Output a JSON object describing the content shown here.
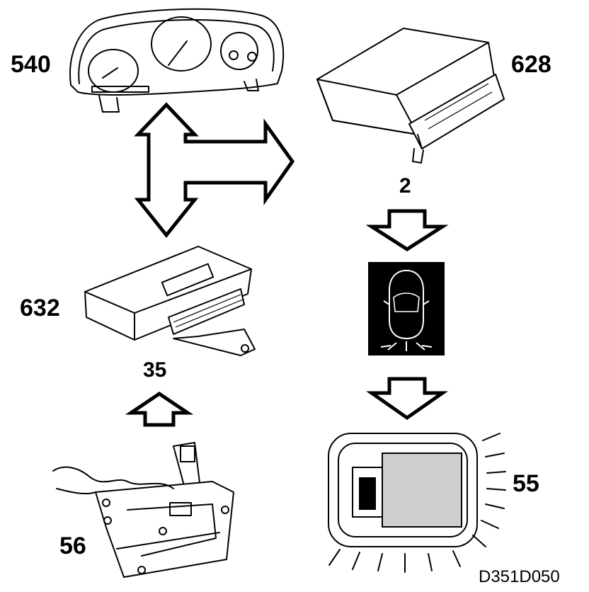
{
  "components": {
    "instrument_cluster": "540",
    "control_module_628": "628",
    "control_module_632": "632",
    "lock_mechanism": "56",
    "courtesy_lamp": "55"
  },
  "connectors": {
    "c628": "2",
    "c632": "35"
  },
  "drawing_code": "D351D050"
}
